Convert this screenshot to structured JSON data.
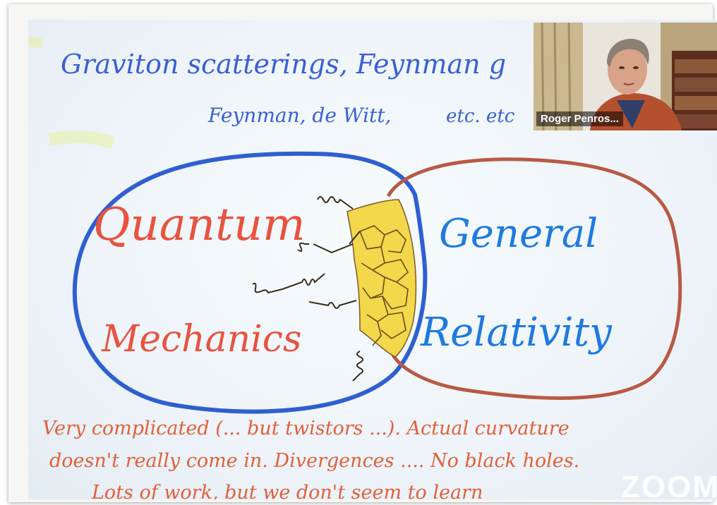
{
  "slide": {
    "heading_line1": "Graviton scatterings, Feynman g",
    "heading_line2_names": "Feynman, de Witt,",
    "heading_line2_etc": "etc. etc",
    "left_word1": "Quantum",
    "left_word2": "Mechanics",
    "right_word1": "General",
    "right_word2": "Relativity",
    "notes_line1": "Very complicated (... but twistors ...). Actual curvature",
    "notes_line2": "doesn't really come in. Divergences .... No black holes.",
    "notes_line3": "Lots of work, but we don't seem to learn",
    "colors": {
      "left_circle": "#2f5fd0",
      "right_circle": "#b85a44",
      "left_text": "#e8533f",
      "right_text": "#1f7ae0",
      "heading": "#3a5fd6",
      "notes": "#e2603a",
      "overlap": "#f2d84a"
    }
  },
  "video": {
    "participant_name": "Roger Penros...",
    "watermark": "ZOOM"
  }
}
